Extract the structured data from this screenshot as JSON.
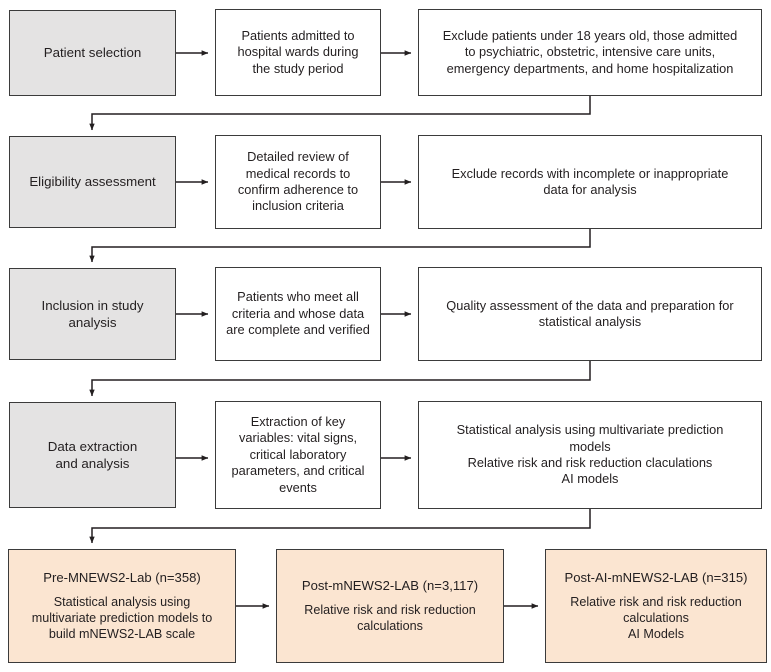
{
  "figure": {
    "type": "flowchart",
    "orientation": "top-to-bottom, left-to-right rows",
    "colors": {
      "stage_fill": "#e4e3e3",
      "plain_fill": "#ffffff",
      "result_fill": "#fbe5d1",
      "border": "#3b3b3b",
      "text": "#231f20",
      "connector": "#231f20"
    }
  },
  "rows": [
    {
      "id": "row-patient-selection",
      "stage": {
        "label": "Patient selection"
      },
      "middle": {
        "lines": [
          "Patients admitted to",
          "hospital wards during",
          "the study period"
        ]
      },
      "right": {
        "lines": [
          "Exclude patients under 18 years old, those admitted",
          "to psychiatric, obstetric, intensive care units,",
          "emergency departments, and home hospitalization"
        ]
      }
    },
    {
      "id": "row-eligibility-assessment",
      "stage": {
        "label": "Eligibility assessment"
      },
      "middle": {
        "lines": [
          "Detailed review of",
          "medical records to",
          "confirm adherence to",
          "inclusion criteria"
        ]
      },
      "right": {
        "lines": [
          "Exclude records with incomplete or inappropriate",
          "data for analysis"
        ]
      }
    },
    {
      "id": "row-inclusion-in-study-analysis",
      "stage": {
        "label_lines": [
          "Inclusion in study",
          "analysis"
        ]
      },
      "middle": {
        "lines": [
          "Patients who meet all",
          "criteria and whose data",
          "are complete and verified"
        ]
      },
      "right": {
        "lines": [
          "Quality assessment of the data and preparation for",
          "statistical analysis"
        ]
      }
    },
    {
      "id": "row-data-extraction-and-analysis",
      "stage": {
        "label_lines": [
          "Data extraction",
          "and analysis"
        ]
      },
      "middle": {
        "lines": [
          "Extraction of key",
          "variables: vital signs,",
          "critical laboratory",
          "parameters, and critical",
          "events"
        ]
      },
      "right": {
        "lines": [
          "Statistical analysis using multivariate prediction",
          "models",
          "Relative risk and risk reduction claculations",
          "AI models"
        ]
      }
    }
  ],
  "results": [
    {
      "id": "result-pre-mnews2-lab",
      "title": "Pre-MNEWS2-Lab (n=358)",
      "lines": [
        "Statistical analysis using",
        "multivariate prediction models to",
        "build mNEWS2-LAB scale"
      ]
    },
    {
      "id": "result-post-mnews2-lab",
      "title": "Post-mNEWS2-LAB (n=3,117)",
      "lines": [
        "Relative risk and risk reduction",
        "calculations"
      ]
    },
    {
      "id": "result-post-ai-mnews2-lab",
      "title": "Post-AI-mNEWS2-LAB (n=315)",
      "lines": [
        "Relative risk and risk reduction",
        "calculations",
        "AI Models"
      ]
    }
  ]
}
